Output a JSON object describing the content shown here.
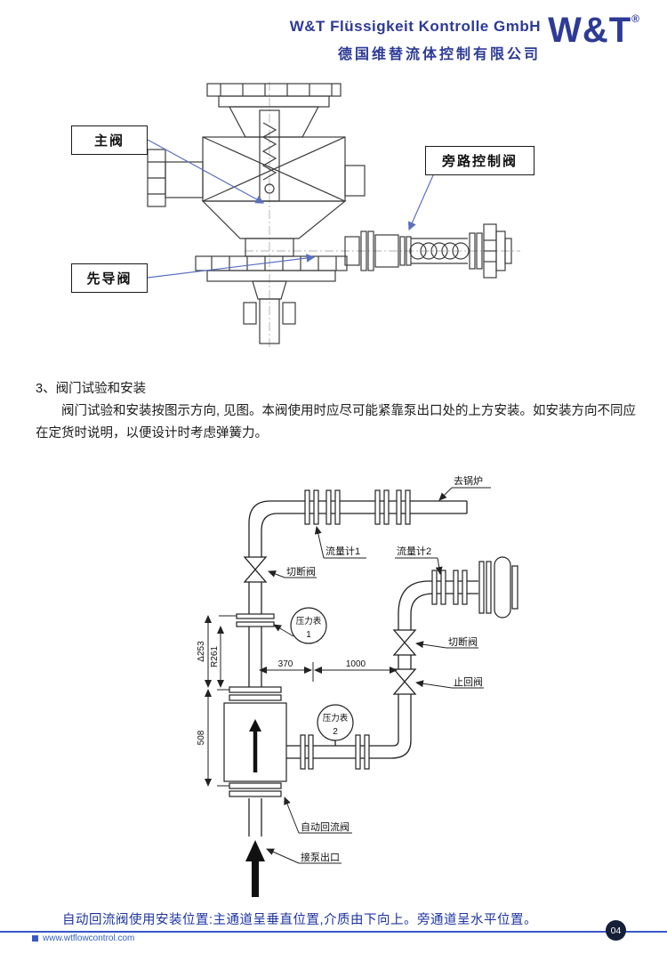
{
  "header": {
    "company_de": "W&T Flüssigkeit Kontrolle GmbH",
    "company_cn": "德国维替流体控制有限公司",
    "logo_text": "W&T",
    "logo_reg": "®"
  },
  "fig1": {
    "main_valve": "主阀",
    "bypass_control_valve": "旁路控制阀",
    "pilot_valve": "先导阀"
  },
  "section": {
    "heading": "3、阀门试验和安装",
    "line1": "阀门试验和安装按图示方向, 见图。本阀使用时应尽可能紧靠泵出口处的上方安装。如安装方向不同应",
    "line2": "在定货时说明，以便设计时考虑弹簧力。"
  },
  "fig2": {
    "to_boiler": "去锅炉",
    "flow_meter_1": "流量计1",
    "flow_meter_2": "流量计2",
    "shutoff_valve": "切断阀",
    "shutoff_valve_2": "切断阀",
    "check_valve": "止回阀",
    "gauge1_name": "压力表",
    "gauge1_no": "1",
    "gauge2_name": "压力表",
    "gauge2_no": "2",
    "auto_recirc_valve": "自动回流阀",
    "pump_outlet": "接泵出口",
    "dim_370": "370",
    "dim_1000": "1000",
    "dim_v1": "Δ253",
    "dim_v2": "R261",
    "dim_v3": "508"
  },
  "caption": {
    "text": "自动回流阀使用安装位置:主通道呈垂直位置,介质由下向上。旁通道呈水平位置。"
  },
  "footer": {
    "website": "www.wtflowcontrol.com",
    "page": "04"
  },
  "colors": {
    "brand_blue": "#2d3a96",
    "footer_blue": "#3a57c8",
    "caption_blue": "#1e34a0",
    "drawing_line": "#3c3c3c"
  }
}
